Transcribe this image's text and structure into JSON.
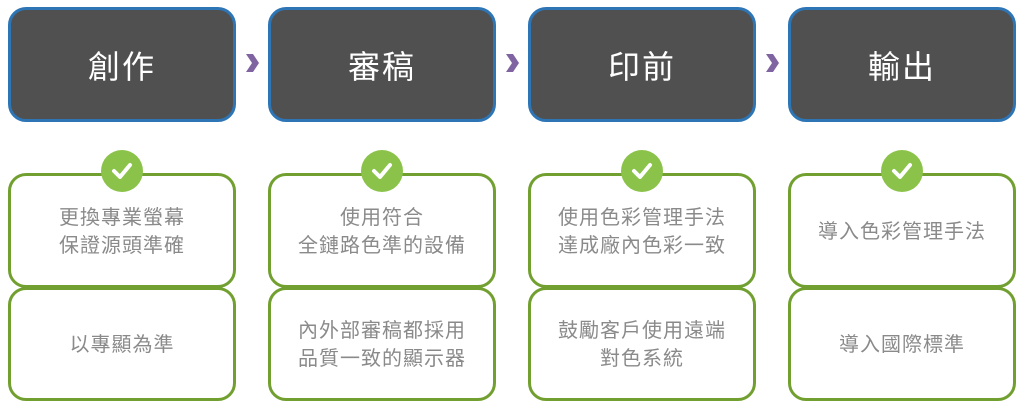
{
  "colors": {
    "header_bg": "#505050",
    "header_border": "#2e75b6",
    "card_border": "#72a030",
    "check": "#8bc34a",
    "arrow": "#8064a2"
  },
  "stages": [
    {
      "title": "創作",
      "top": [
        "更換專業螢幕",
        "保證源頭準確"
      ],
      "bottom": [
        "以專顯為準"
      ]
    },
    {
      "title": "審稿",
      "top": [
        "使用符合",
        "全鏈路色準的設備"
      ],
      "bottom": [
        "內外部審稿都採用",
        "品質一致的顯示器"
      ]
    },
    {
      "title": "印前",
      "top": [
        "使用色彩管理手法",
        "達成廠內色彩一致"
      ],
      "bottom": [
        "鼓勵客戶使用遠端",
        "對色系統"
      ]
    },
    {
      "title": "輸出",
      "top": [
        "導入色彩管理手法"
      ],
      "bottom": [
        "導入國際標準"
      ]
    }
  ]
}
